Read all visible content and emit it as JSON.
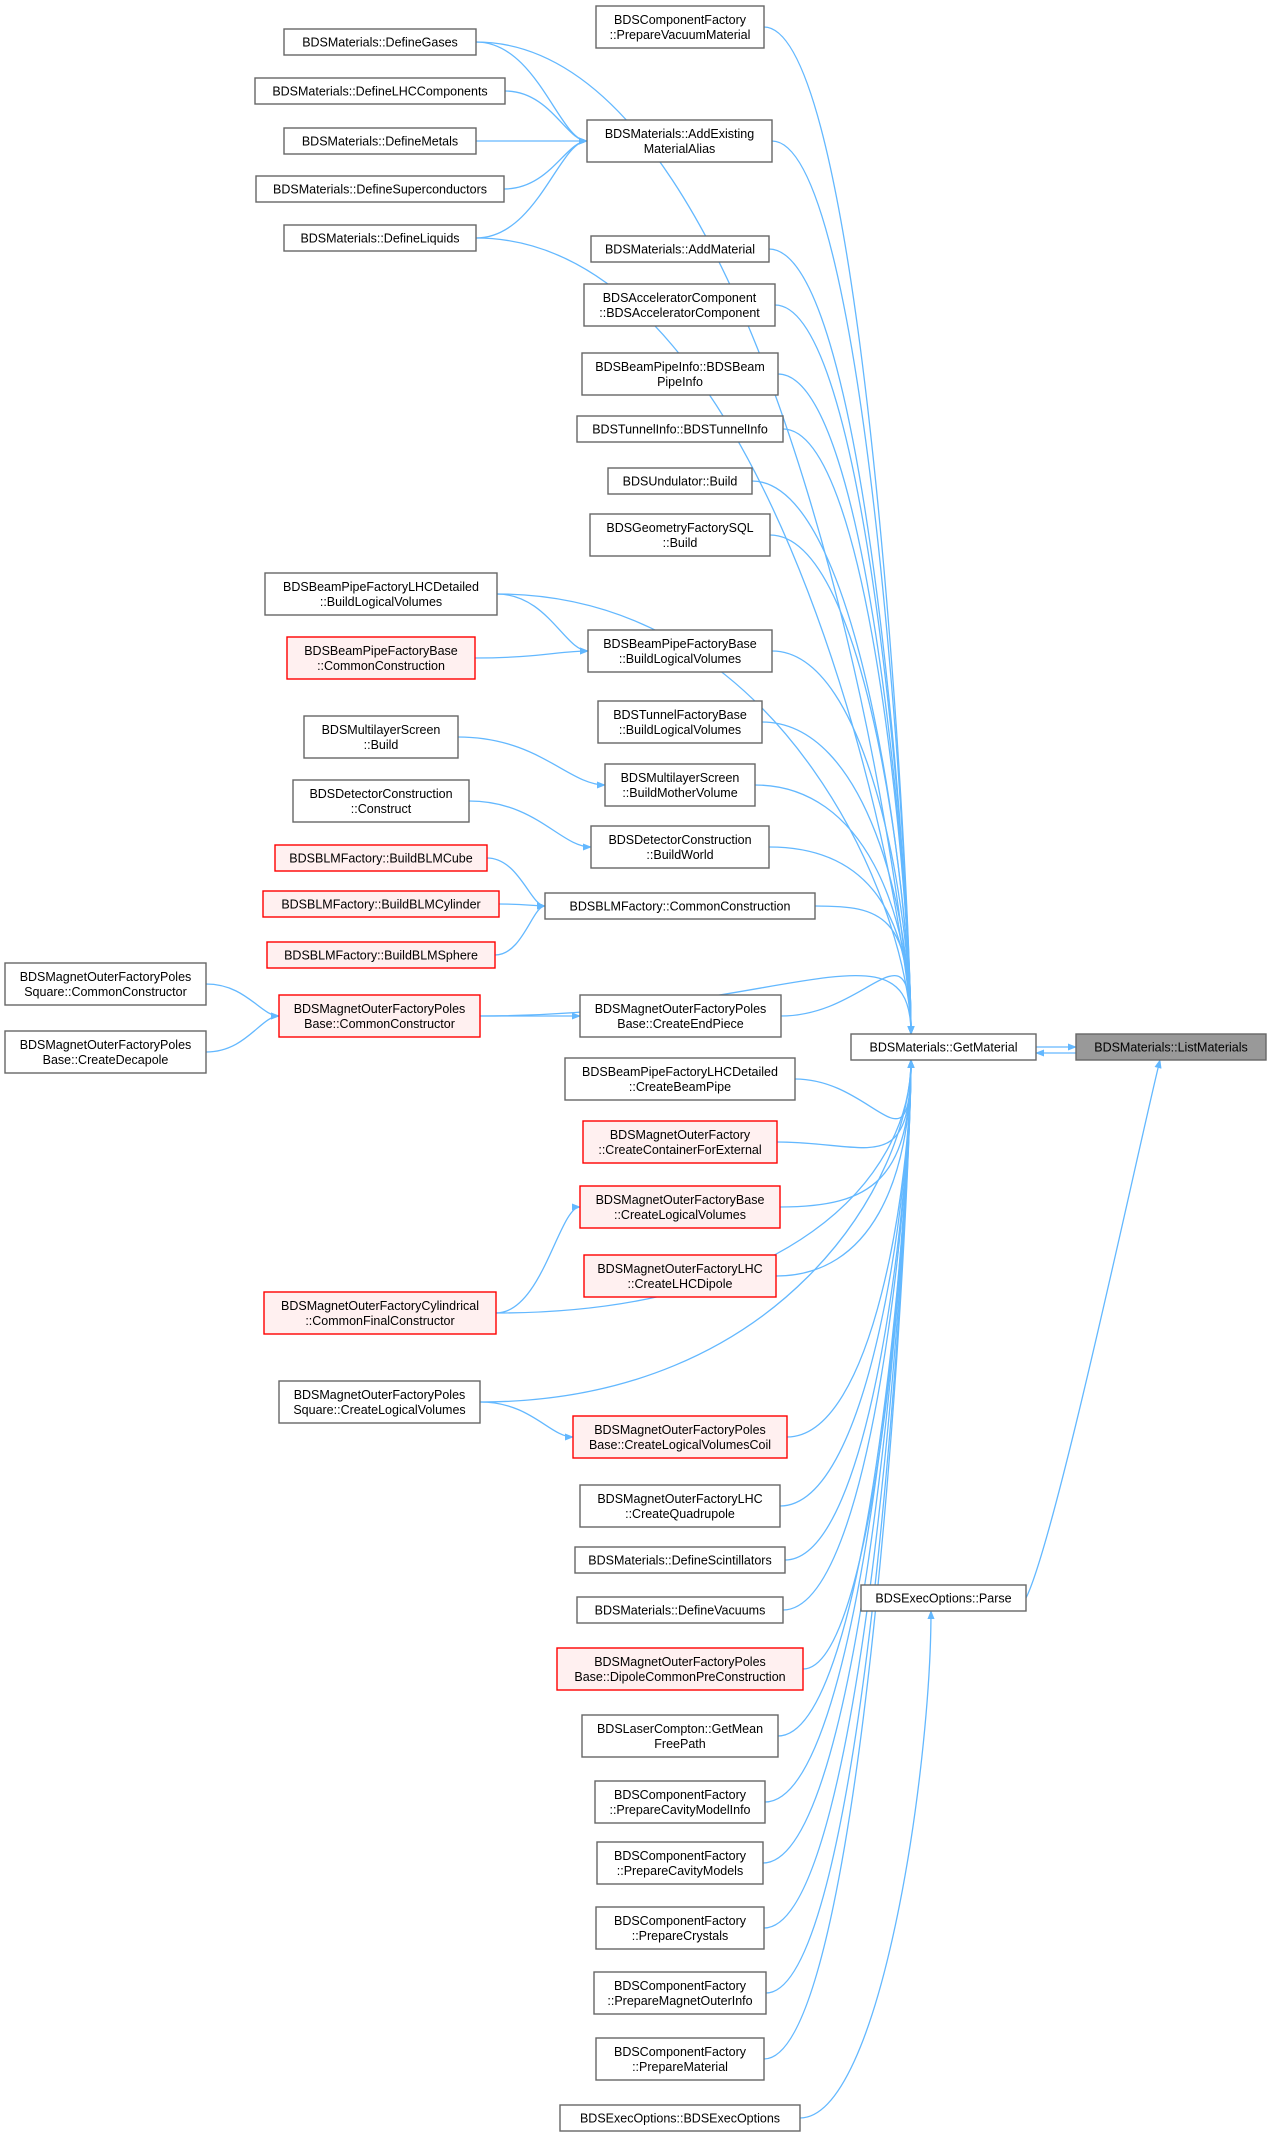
{
  "colors": {
    "edge": "#63b8ff",
    "node_border": "#666666",
    "node_fill": "#ffffff",
    "truncated_border": "#ff0000",
    "truncated_fill": "#fff0f0",
    "selected_fill": "#999999"
  },
  "nodes": [
    {
      "id": "n_list",
      "lines": [
        "BDSMaterials::ListMaterials"
      ],
      "style": "selected"
    },
    {
      "id": "n_get",
      "lines": [
        "BDSMaterials::GetMaterial"
      ],
      "style": "normal"
    },
    {
      "id": "n_parse",
      "lines": [
        "BDSExecOptions::Parse"
      ],
      "style": "normal"
    },
    {
      "id": "n_vac",
      "lines": [
        "BDSComponentFactory",
        "::PrepareVacuumMaterial"
      ],
      "style": "normal"
    },
    {
      "id": "n_alias",
      "lines": [
        "BDSMaterials::AddExisting",
        "MaterialAlias"
      ],
      "style": "normal"
    },
    {
      "id": "n_gases",
      "lines": [
        "BDSMaterials::DefineGases"
      ],
      "style": "normal"
    },
    {
      "id": "n_lhc",
      "lines": [
        "BDSMaterials::DefineLHCComponents"
      ],
      "style": "normal"
    },
    {
      "id": "n_metals",
      "lines": [
        "BDSMaterials::DefineMetals"
      ],
      "style": "normal"
    },
    {
      "id": "n_super",
      "lines": [
        "BDSMaterials::DefineSuperconductors"
      ],
      "style": "normal"
    },
    {
      "id": "n_liquids",
      "lines": [
        "BDSMaterials::DefineLiquids"
      ],
      "style": "normal"
    },
    {
      "id": "n_addmat",
      "lines": [
        "BDSMaterials::AddMaterial"
      ],
      "style": "normal"
    },
    {
      "id": "n_acc",
      "lines": [
        "BDSAcceleratorComponent",
        "::BDSAcceleratorComponent"
      ],
      "style": "normal"
    },
    {
      "id": "n_bpinfo",
      "lines": [
        "BDSBeamPipeInfo::BDSBeam",
        "PipeInfo"
      ],
      "style": "normal"
    },
    {
      "id": "n_tunnelinfo",
      "lines": [
        "BDSTunnelInfo::BDSTunnelInfo"
      ],
      "style": "normal"
    },
    {
      "id": "n_und",
      "lines": [
        "BDSUndulator::Build"
      ],
      "style": "normal"
    },
    {
      "id": "n_geosql",
      "lines": [
        "BDSGeometryFactorySQL",
        "::Build"
      ],
      "style": "normal"
    },
    {
      "id": "n_bplhcd_blv",
      "lines": [
        "BDSBeamPipeFactoryLHCDetailed",
        "::BuildLogicalVolumes"
      ],
      "style": "normal"
    },
    {
      "id": "n_bpbase_cc",
      "lines": [
        "BDSBeamPipeFactoryBase",
        "::CommonConstruction"
      ],
      "style": "truncated"
    },
    {
      "id": "n_bpbase_blv",
      "lines": [
        "BDSBeamPipeFactoryBase",
        "::BuildLogicalVolumes"
      ],
      "style": "normal"
    },
    {
      "id": "n_tunnelbase",
      "lines": [
        "BDSTunnelFactoryBase",
        "::BuildLogicalVolumes"
      ],
      "style": "normal"
    },
    {
      "id": "n_mls_build",
      "lines": [
        "BDSMultilayerScreen",
        "::Build"
      ],
      "style": "normal"
    },
    {
      "id": "n_mls_bmv",
      "lines": [
        "BDSMultilayerScreen",
        "::BuildMotherVolume"
      ],
      "style": "normal"
    },
    {
      "id": "n_dc_construct",
      "lines": [
        "BDSDetectorConstruction",
        "::Construct"
      ],
      "style": "normal"
    },
    {
      "id": "n_dc_world",
      "lines": [
        "BDSDetectorConstruction",
        "::BuildWorld"
      ],
      "style": "normal"
    },
    {
      "id": "n_blm_cube",
      "lines": [
        "BDSBLMFactory::BuildBLMCube"
      ],
      "style": "truncated"
    },
    {
      "id": "n_blm_cyl",
      "lines": [
        "BDSBLMFactory::BuildBLMCylinder"
      ],
      "style": "truncated"
    },
    {
      "id": "n_blm_sph",
      "lines": [
        "BDSBLMFactory::BuildBLMSphere"
      ],
      "style": "truncated"
    },
    {
      "id": "n_blm_cc",
      "lines": [
        "BDSBLMFactory::CommonConstruction"
      ],
      "style": "normal"
    },
    {
      "id": "n_mofps_cc",
      "lines": [
        "BDSMagnetOuterFactoryPoles",
        "Square::CommonConstructor"
      ],
      "style": "normal"
    },
    {
      "id": "n_mofpb_deca",
      "lines": [
        "BDSMagnetOuterFactoryPoles",
        "Base::CreateDecapole"
      ],
      "style": "normal"
    },
    {
      "id": "n_mofpb_cc",
      "lines": [
        "BDSMagnetOuterFactoryPoles",
        "Base::CommonConstructor"
      ],
      "style": "truncated"
    },
    {
      "id": "n_mofpb_end",
      "lines": [
        "BDSMagnetOuterFactoryPoles",
        "Base::CreateEndPiece"
      ],
      "style": "normal"
    },
    {
      "id": "n_bplhcd_cbp",
      "lines": [
        "BDSBeamPipeFactoryLHCDetailed",
        "::CreateBeamPipe"
      ],
      "style": "normal"
    },
    {
      "id": "n_mof_cce",
      "lines": [
        "BDSMagnetOuterFactory",
        "::CreateContainerForExternal"
      ],
      "style": "truncated"
    },
    {
      "id": "n_mofb_clv",
      "lines": [
        "BDSMagnetOuterFactoryBase",
        "::CreateLogicalVolumes"
      ],
      "style": "truncated"
    },
    {
      "id": "n_moflhc_dip",
      "lines": [
        "BDSMagnetOuterFactoryLHC",
        "::CreateLHCDipole"
      ],
      "style": "truncated"
    },
    {
      "id": "n_mofcyl",
      "lines": [
        "BDSMagnetOuterFactoryCylindrical",
        "::CommonFinalConstructor"
      ],
      "style": "truncated"
    },
    {
      "id": "n_mofps_clv",
      "lines": [
        "BDSMagnetOuterFactoryPoles",
        "Square::CreateLogicalVolumes"
      ],
      "style": "normal"
    },
    {
      "id": "n_mofpb_coil",
      "lines": [
        "BDSMagnetOuterFactoryPoles",
        "Base::CreateLogicalVolumesCoil"
      ],
      "style": "truncated"
    },
    {
      "id": "n_moflhc_quad",
      "lines": [
        "BDSMagnetOuterFactoryLHC",
        "::CreateQuadrupole"
      ],
      "style": "normal"
    },
    {
      "id": "n_scint",
      "lines": [
        "BDSMaterials::DefineScintillators"
      ],
      "style": "normal"
    },
    {
      "id": "n_vacuums",
      "lines": [
        "BDSMaterials::DefineVacuums"
      ],
      "style": "normal"
    },
    {
      "id": "n_mofpb_dipole",
      "lines": [
        "BDSMagnetOuterFactoryPoles",
        "Base::DipoleCommonPreConstruction"
      ],
      "style": "truncated"
    },
    {
      "id": "n_laser",
      "lines": [
        "BDSLaserCompton::GetMean",
        "FreePath"
      ],
      "style": "normal"
    },
    {
      "id": "n_cf_cav_info",
      "lines": [
        "BDSComponentFactory",
        "::PrepareCavityModelInfo"
      ],
      "style": "normal"
    },
    {
      "id": "n_cf_cav",
      "lines": [
        "BDSComponentFactory",
        "::PrepareCavityModels"
      ],
      "style": "normal"
    },
    {
      "id": "n_cf_crys",
      "lines": [
        "BDSComponentFactory",
        "::PrepareCrystals"
      ],
      "style": "normal"
    },
    {
      "id": "n_cf_mag",
      "lines": [
        "BDSComponentFactory",
        "::PrepareMagnetOuterInfo"
      ],
      "style": "normal"
    },
    {
      "id": "n_cf_mat",
      "lines": [
        "BDSComponentFactory",
        "::PrepareMaterial"
      ],
      "style": "normal"
    },
    {
      "id": "n_execopts",
      "lines": [
        "BDSExecOptions::BDSExecOptions"
      ],
      "style": "normal"
    }
  ],
  "edges": [
    [
      "n_list",
      "n_get"
    ],
    [
      "n_get",
      "n_list"
    ],
    [
      "n_parse",
      "n_list"
    ],
    [
      "n_vac",
      "n_get"
    ],
    [
      "n_alias",
      "n_get"
    ],
    [
      "n_gases",
      "n_get"
    ],
    [
      "n_liquids",
      "n_get"
    ],
    [
      "n_gases",
      "n_alias"
    ],
    [
      "n_lhc",
      "n_alias"
    ],
    [
      "n_metals",
      "n_alias"
    ],
    [
      "n_super",
      "n_alias"
    ],
    [
      "n_liquids",
      "n_alias"
    ],
    [
      "n_addmat",
      "n_get"
    ],
    [
      "n_acc",
      "n_get"
    ],
    [
      "n_bpinfo",
      "n_get"
    ],
    [
      "n_tunnelinfo",
      "n_get"
    ],
    [
      "n_und",
      "n_get"
    ],
    [
      "n_geosql",
      "n_get"
    ],
    [
      "n_bplhcd_blv",
      "n_get"
    ],
    [
      "n_bplhcd_blv",
      "n_bpbase_blv"
    ],
    [
      "n_bpbase_cc",
      "n_bpbase_blv"
    ],
    [
      "n_bpbase_blv",
      "n_get"
    ],
    [
      "n_tunnelbase",
      "n_get"
    ],
    [
      "n_mls_build",
      "n_mls_bmv"
    ],
    [
      "n_mls_bmv",
      "n_get"
    ],
    [
      "n_dc_construct",
      "n_dc_world"
    ],
    [
      "n_dc_world",
      "n_get"
    ],
    [
      "n_blm_cube",
      "n_blm_cc"
    ],
    [
      "n_blm_cyl",
      "n_blm_cc"
    ],
    [
      "n_blm_sph",
      "n_blm_cc"
    ],
    [
      "n_blm_cc",
      "n_get"
    ],
    [
      "n_mofps_cc",
      "n_mofpb_cc"
    ],
    [
      "n_mofpb_deca",
      "n_mofpb_cc"
    ],
    [
      "n_mofpb_cc",
      "n_get"
    ],
    [
      "n_mofpb_cc",
      "n_mofpb_end"
    ],
    [
      "n_mofpb_end",
      "n_get"
    ],
    [
      "n_bplhcd_cbp",
      "n_get"
    ],
    [
      "n_mof_cce",
      "n_get"
    ],
    [
      "n_mofb_clv",
      "n_get"
    ],
    [
      "n_mofcyl",
      "n_mofb_clv"
    ],
    [
      "n_mofcyl",
      "n_get"
    ],
    [
      "n_moflhc_dip",
      "n_get"
    ],
    [
      "n_mofps_clv",
      "n_get"
    ],
    [
      "n_mofps_clv",
      "n_mofpb_coil"
    ],
    [
      "n_mofpb_coil",
      "n_get"
    ],
    [
      "n_moflhc_quad",
      "n_get"
    ],
    [
      "n_scint",
      "n_get"
    ],
    [
      "n_vacuums",
      "n_get"
    ],
    [
      "n_mofpb_dipole",
      "n_get"
    ],
    [
      "n_laser",
      "n_get"
    ],
    [
      "n_cf_cav_info",
      "n_get"
    ],
    [
      "n_cf_cav",
      "n_get"
    ],
    [
      "n_cf_crys",
      "n_get"
    ],
    [
      "n_cf_mag",
      "n_get"
    ],
    [
      "n_cf_mat",
      "n_get"
    ],
    [
      "n_execopts",
      "n_parse"
    ]
  ]
}
